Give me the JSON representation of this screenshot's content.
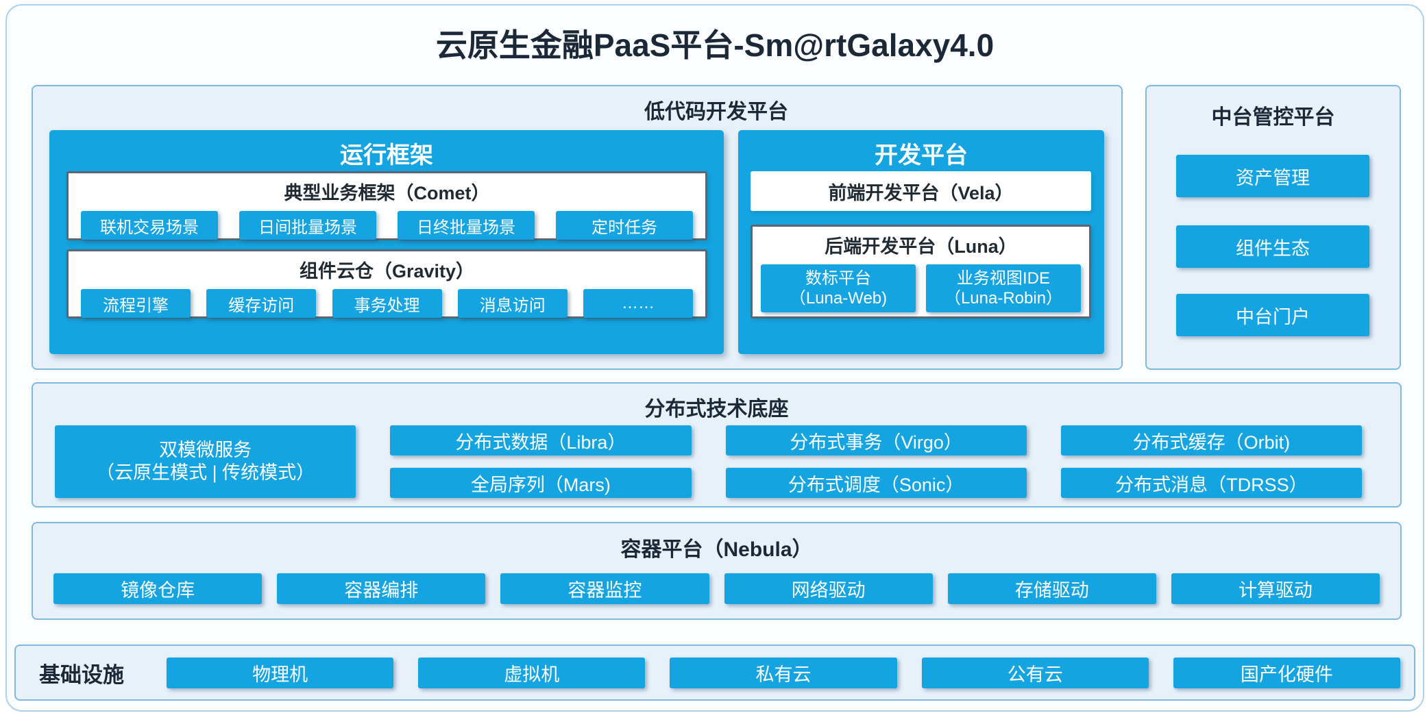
{
  "title": "云原生金融PaaS平台-Sm@rtGalaxy4.0",
  "colors": {
    "primary": "#14a4e1",
    "panel_bg": "#e8f1fa",
    "panel_border": "#7db9e0",
    "dark_box_border": "#5b6672",
    "heading_text": "#1b2837"
  },
  "low_code": {
    "title": "低代码开发平台",
    "runtime": {
      "title": "运行框架",
      "comet": {
        "title": "典型业务框架（Comet）",
        "items": [
          "联机交易场景",
          "日间批量场景",
          "日终批量场景",
          "定时任务"
        ]
      },
      "gravity": {
        "title": "组件云仓（Gravity）",
        "items": [
          "流程引擎",
          "缓存访问",
          "事务处理",
          "消息访问",
          "……"
        ]
      }
    },
    "dev": {
      "title": "开发平台",
      "vela": "前端开发平台（Vela）",
      "luna": {
        "title": "后端开发平台（Luna）",
        "items": [
          {
            "line1": "数标平台",
            "line2": "（Luna-Web)"
          },
          {
            "line1": "业务视图IDE",
            "line2": "（Luna-Robin）"
          }
        ]
      }
    }
  },
  "mid_platform": {
    "title": "中台管控平台",
    "items": [
      "资产管理",
      "组件生态",
      "中台门户"
    ]
  },
  "distributed": {
    "title": "分布式技术底座",
    "dual_mode": {
      "line1": "双模微服务",
      "line2": "（云原生模式 | 传统模式）"
    },
    "columns": [
      {
        "top": "分布式数据（Libra）",
        "bottom": "全局序列（Mars)"
      },
      {
        "top": "分布式事务（Virgo）",
        "bottom": "分布式调度（Sonic）"
      },
      {
        "top": "分布式缓存（Orbit)",
        "bottom": "分布式消息（TDRSS）"
      }
    ]
  },
  "container_platform": {
    "title": "容器平台（Nebula）",
    "items": [
      "镜像仓库",
      "容器编排",
      "容器监控",
      "网络驱动",
      "存储驱动",
      "计算驱动"
    ]
  },
  "infrastructure": {
    "title": "基础设施",
    "items": [
      "物理机",
      "虚拟机",
      "私有云",
      "公有云",
      "国产化硬件"
    ]
  }
}
